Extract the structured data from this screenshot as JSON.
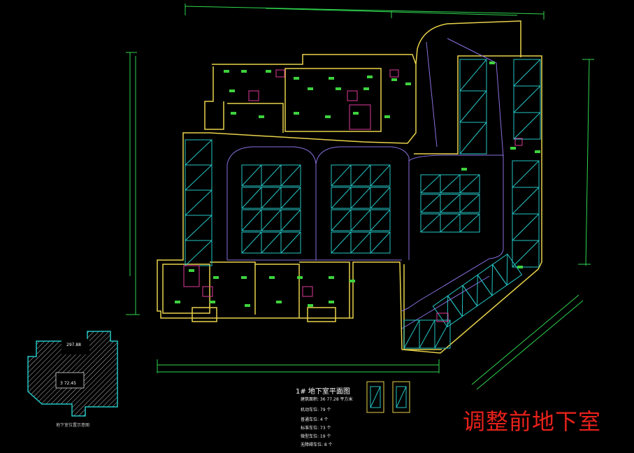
{
  "overlay_title": "调整前地下室",
  "drawing_title": "1# 地下室平面图",
  "stats": {
    "area": "建筑面积: 36 77.28 平方米",
    "total": "机动车位: 79 个",
    "small": "普通车位: 4 个",
    "medium": "标准车位: 73 个",
    "large": "微型车位: 19 个",
    "mechanical": "无障碍车位: 8 个"
  },
  "key_plan": {
    "label": "地下室位置示意图",
    "top_value": "297.88",
    "middle_value": "3 72.45"
  },
  "colors": {
    "background": "#000000",
    "wall": "#e8d24a",
    "parking": "#23c5c5",
    "column": "#3ed23e",
    "drive_lane": "#8a70e0",
    "dimension": "#2fd64f",
    "overlay_text": "#e8211b"
  }
}
